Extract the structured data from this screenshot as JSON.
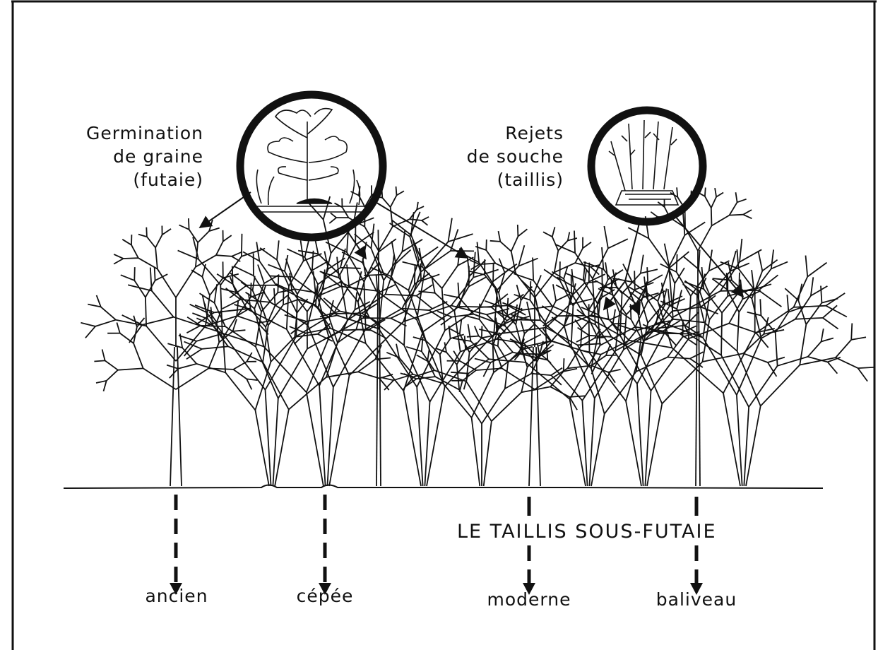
{
  "diagram": {
    "germination": {
      "lines": [
        "Germination",
        "de graine",
        "(futaie)"
      ]
    },
    "rejets": {
      "lines": [
        "Rejets",
        "de souche",
        "(taillis)"
      ]
    },
    "title": "LE TAILLIS SOUS-FUTAIE",
    "labels": {
      "ancien": "ancien",
      "cepee": "cépée",
      "moderne": "moderne",
      "baliveau": "baliveau"
    }
  }
}
